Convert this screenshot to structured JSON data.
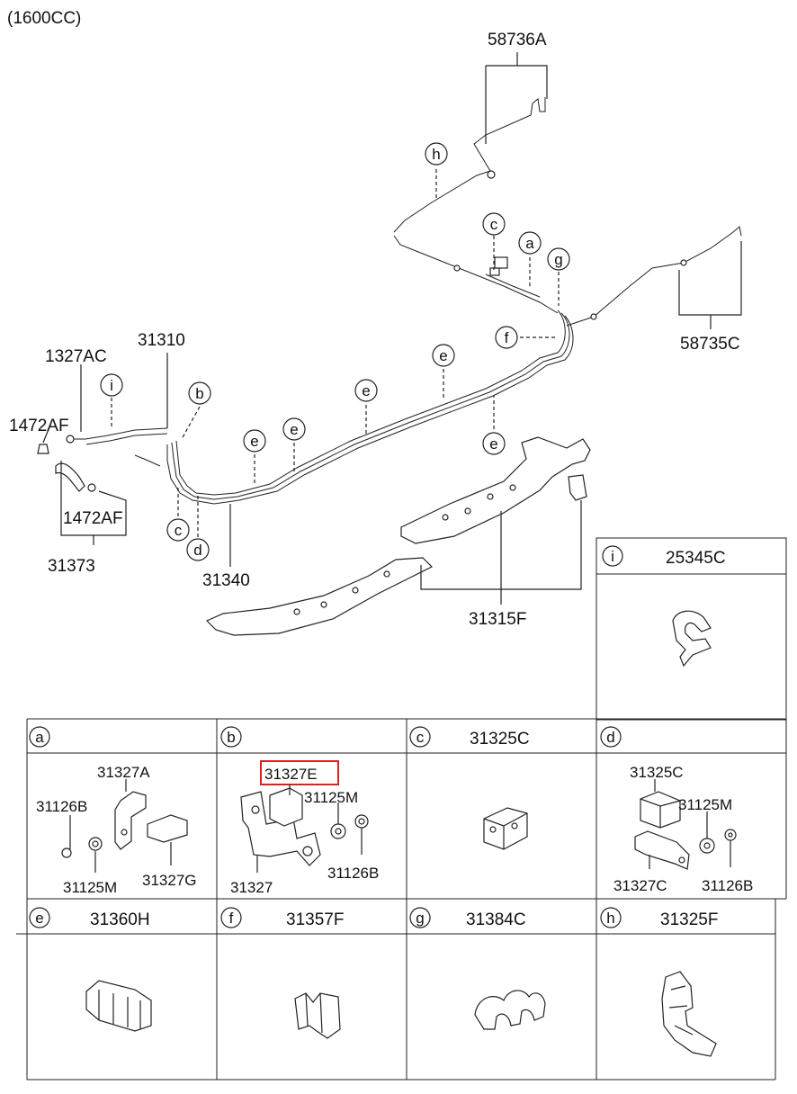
{
  "header": {
    "engine_note": "(1600CC)"
  },
  "labels": {
    "p58736A": "58736A",
    "p58735C": "58735C",
    "p31310": "31310",
    "p1327AC": "1327AC",
    "p1472AF_top": "1472AF",
    "p1472AF_bottom": "1472AF",
    "p31373": "31373",
    "p31340": "31340",
    "p31315F": "31315F"
  },
  "callouts": [
    "a",
    "b",
    "c",
    "d",
    "e",
    "f",
    "g",
    "h",
    "i"
  ],
  "detail_panels": {
    "i": {
      "letter": "i",
      "part": "25345C"
    },
    "a": {
      "letter": "a",
      "parts": [
        "31327A",
        "31126B",
        "31125M",
        "31327G"
      ]
    },
    "b": {
      "letter": "b",
      "highlighted": "31327E",
      "parts": [
        "31125M",
        "31327",
        "31126B"
      ]
    },
    "c": {
      "letter": "c",
      "part": "31325C"
    },
    "d": {
      "letter": "d",
      "parts": [
        "31325C",
        "31125M",
        "31327C",
        "31126B"
      ]
    },
    "e": {
      "letter": "e",
      "part": "31360H"
    },
    "f": {
      "letter": "f",
      "part": "31357F"
    },
    "g": {
      "letter": "g",
      "part": "31384C"
    },
    "h": {
      "letter": "h",
      "part": "31325F"
    }
  },
  "colors": {
    "highlight": "#e02020",
    "line": "#222222"
  }
}
